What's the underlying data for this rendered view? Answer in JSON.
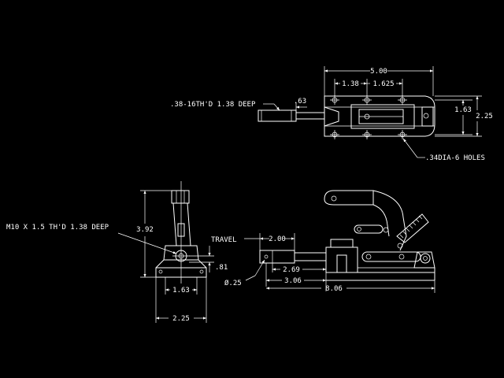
{
  "top_view": {
    "dim_overall": "5.00",
    "dim_a": "1.38",
    "dim_b": "1.625",
    "dim_height_inner": "1.63",
    "dim_height_outer": "2.25",
    "dim_plunger": ".63",
    "note_thread": ".38-16TH'D 1.38 DEEP",
    "note_holes": ".34DIA-6 HOLES"
  },
  "end_view": {
    "dim_height": "3.92",
    "dim_offset": ".81",
    "dim_base_inner": "1.63",
    "dim_base_outer": "2.25",
    "note_thread": "M10 X 1.5 TH'D 1.38 DEEP"
  },
  "side_view": {
    "travel_label": "TRAVEL",
    "dim_travel": "2.00",
    "dim_a": "2.69",
    "dim_b": "3.06",
    "dim_overall": "8.06",
    "dim_dia": "Ø.25"
  }
}
